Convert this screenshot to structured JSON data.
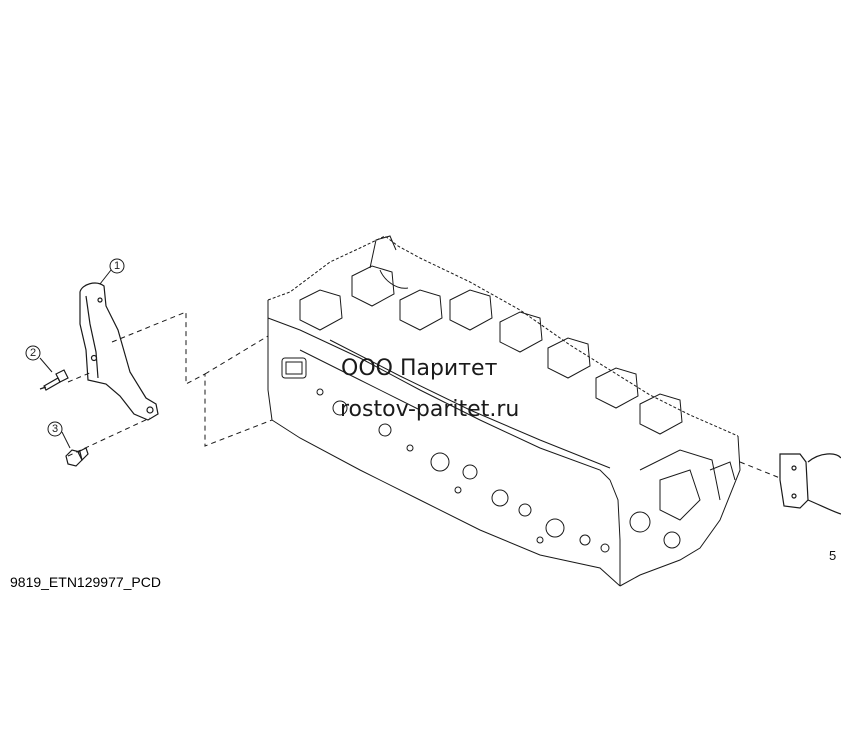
{
  "callouts": [
    {
      "label": "1"
    },
    {
      "label": "2"
    },
    {
      "label": "3"
    }
  ],
  "partial_callout": "5",
  "drawing_code": "9819_ETN129977_PCD",
  "watermark": {
    "company": "ООО Паритет",
    "site": "rostov-paritet.ru"
  },
  "colors": {
    "line": "#1a1a1a",
    "background": "#ffffff"
  },
  "icons": {
    "bracket": "mounting-bracket-icon",
    "stud": "stud-bolt-icon",
    "bolt": "hex-flange-bolt-icon",
    "head": "cylinder-head-icon"
  }
}
